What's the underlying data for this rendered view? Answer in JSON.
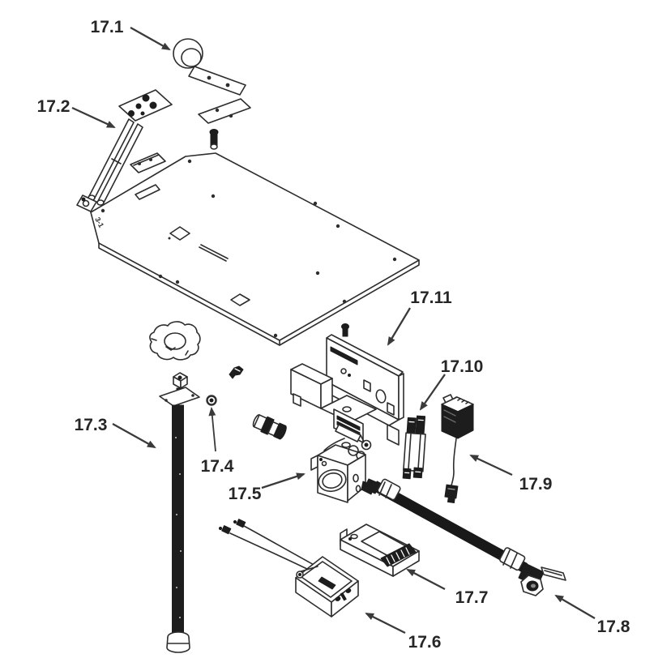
{
  "figure": {
    "background": "#ffffff",
    "line_color": "#2d2d2d",
    "panel_marking": "3-1",
    "callouts": [
      {
        "label": "17.1"
      },
      {
        "label": "17.2"
      },
      {
        "label": "17.3"
      },
      {
        "label": "17.4"
      },
      {
        "label": "17.5"
      },
      {
        "label": "17.6"
      },
      {
        "label": "17.7"
      },
      {
        "label": "17.8"
      },
      {
        "label": "17.9"
      },
      {
        "label": "17.10"
      },
      {
        "label": "17.11"
      }
    ]
  }
}
